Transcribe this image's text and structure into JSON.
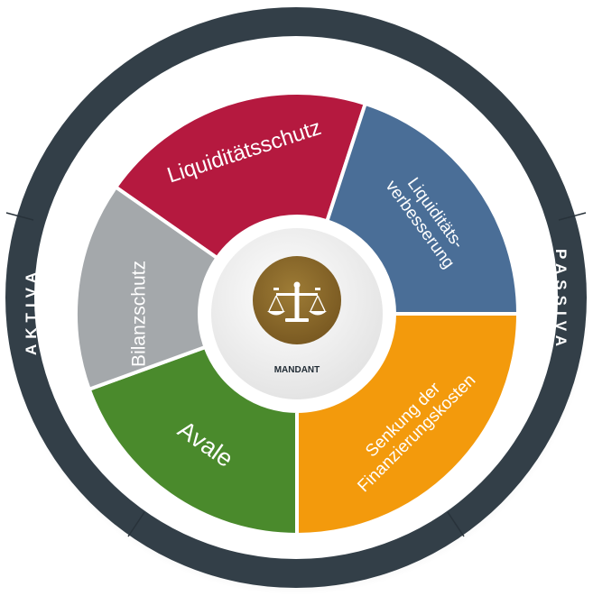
{
  "ring": {
    "left_label": "AKTIVA",
    "right_label": "PASSIVA",
    "color": "#333f48"
  },
  "center": {
    "label": "MANDANT",
    "icon": "scales-of-justice-icon",
    "icon_color": "#8a6a2a"
  },
  "segments": [
    {
      "id": "liquiditaetsschutz",
      "lines": [
        "Liquiditätsschutz"
      ],
      "color": "#b5193f"
    },
    {
      "id": "liquiditaetsverbesserung",
      "lines": [
        "Liquiditäts-",
        "verbesserung"
      ],
      "color": "#4a6e97"
    },
    {
      "id": "senkung-finanzierungskosten",
      "lines": [
        "Senkung der",
        "Finanzierungskosten"
      ],
      "color": "#f39a0c"
    },
    {
      "id": "avale",
      "lines": [
        "Avale"
      ],
      "color": "#4a8a2c"
    },
    {
      "id": "bilanzschutz",
      "lines": [
        "Bilanzschutz"
      ],
      "color": "#a4a8ab"
    }
  ]
}
